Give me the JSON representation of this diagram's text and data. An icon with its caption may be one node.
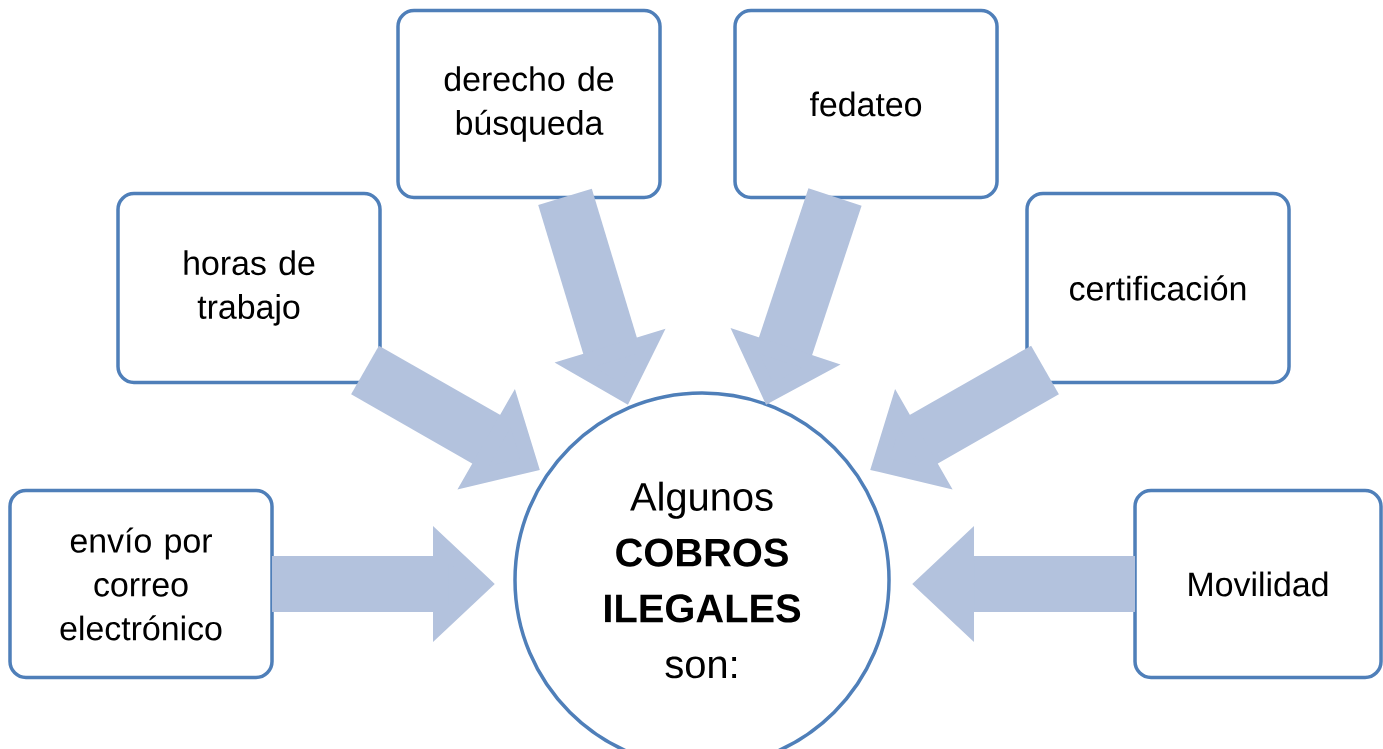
{
  "diagram": {
    "nodes": [
      {
        "text": [
          "derecho de búsqueda"
        ]
      },
      {
        "text": [
          "fedateo"
        ]
      },
      {
        "text": [
          "horas de trabajo"
        ]
      },
      {
        "text": [
          "certificación"
        ]
      },
      {
        "text": [
          "envío por correo electrónico"
        ]
      },
      {
        "text": [
          "Algunos **COBROS ILEGALES** son:"
        ]
      },
      {
        "text": [
          "Movilidad"
        ]
      }
    ],
    "edges": [
      {
        "from": 0,
        "to": 5,
        "arrow": "to"
      },
      {
        "from": 1,
        "to": 5,
        "arrow": "to"
      },
      {
        "from": 2,
        "to": 5,
        "arrow": "to"
      },
      {
        "from": 3,
        "to": 5,
        "arrow": "to"
      },
      {
        "from": 4,
        "to": 5,
        "arrow": "to"
      },
      {
        "from": 6,
        "to": 5,
        "arrow": "to"
      }
    ]
  }
}
